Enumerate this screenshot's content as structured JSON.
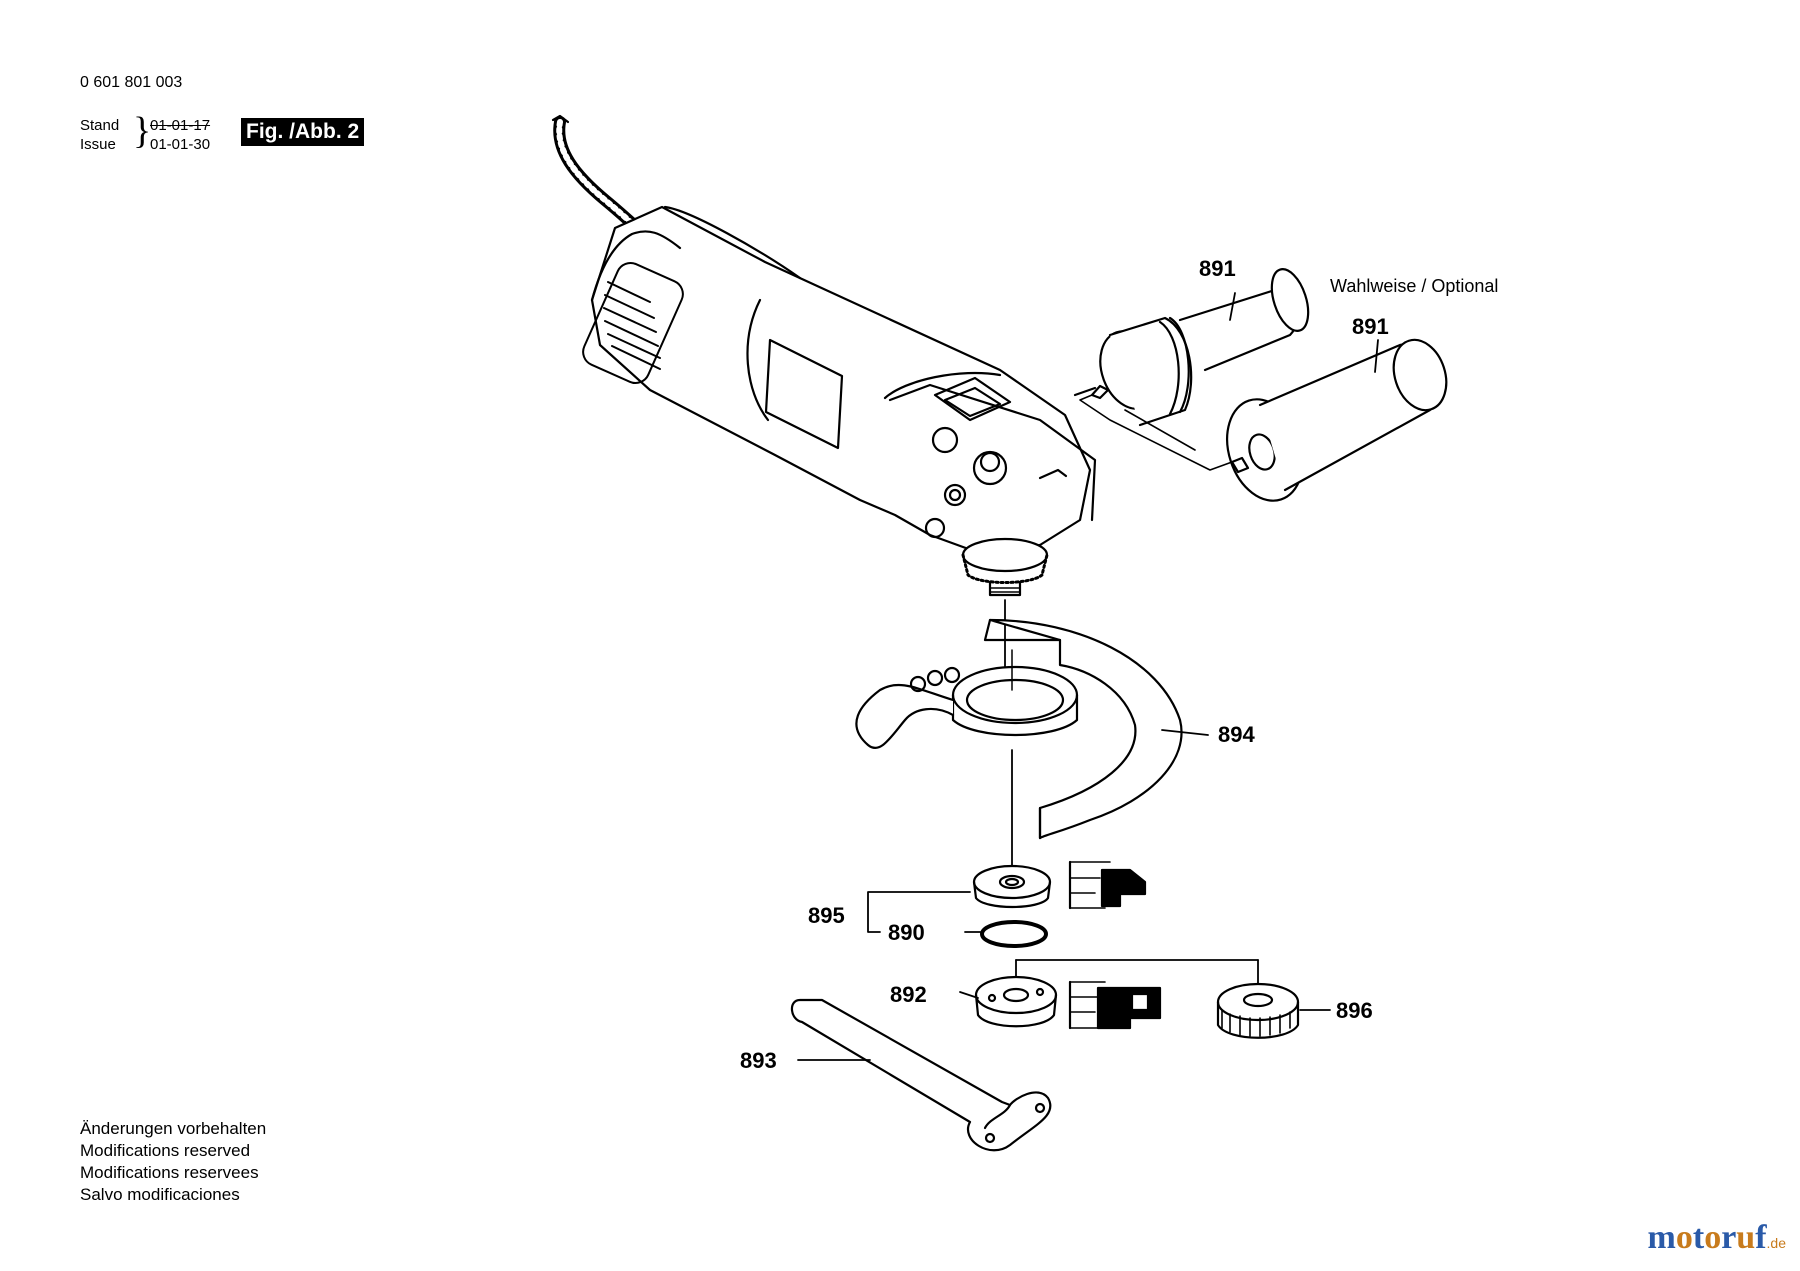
{
  "header": {
    "doc_number": "0 601 801 003",
    "stand_label": "Stand",
    "issue_label": "Issue",
    "stand_date_old": "01-01-17",
    "issue_date": "01-01-30",
    "figure_label": "Fig. /Abb. 2"
  },
  "diagram": {
    "optional_label": "Wahlweise / Optional",
    "parts": [
      {
        "id": "891",
        "name": "side-handle"
      },
      {
        "id": "891",
        "name": "side-handle-alt"
      },
      {
        "id": "894",
        "name": "protection-guard"
      },
      {
        "id": "895",
        "name": "flange-set"
      },
      {
        "id": "890",
        "name": "o-ring"
      },
      {
        "id": "892",
        "name": "clamping-nut"
      },
      {
        "id": "896",
        "name": "quick-clamping-nut"
      },
      {
        "id": "893",
        "name": "two-pin-spanner"
      }
    ]
  },
  "footer": {
    "notes": [
      "Änderungen vorbehalten",
      "Modifications reserved",
      "Modifications reservees",
      "Salvo modificaciones"
    ]
  },
  "brand": {
    "name": "motoruf",
    "tld": ".de",
    "color": "#c87b1c"
  }
}
